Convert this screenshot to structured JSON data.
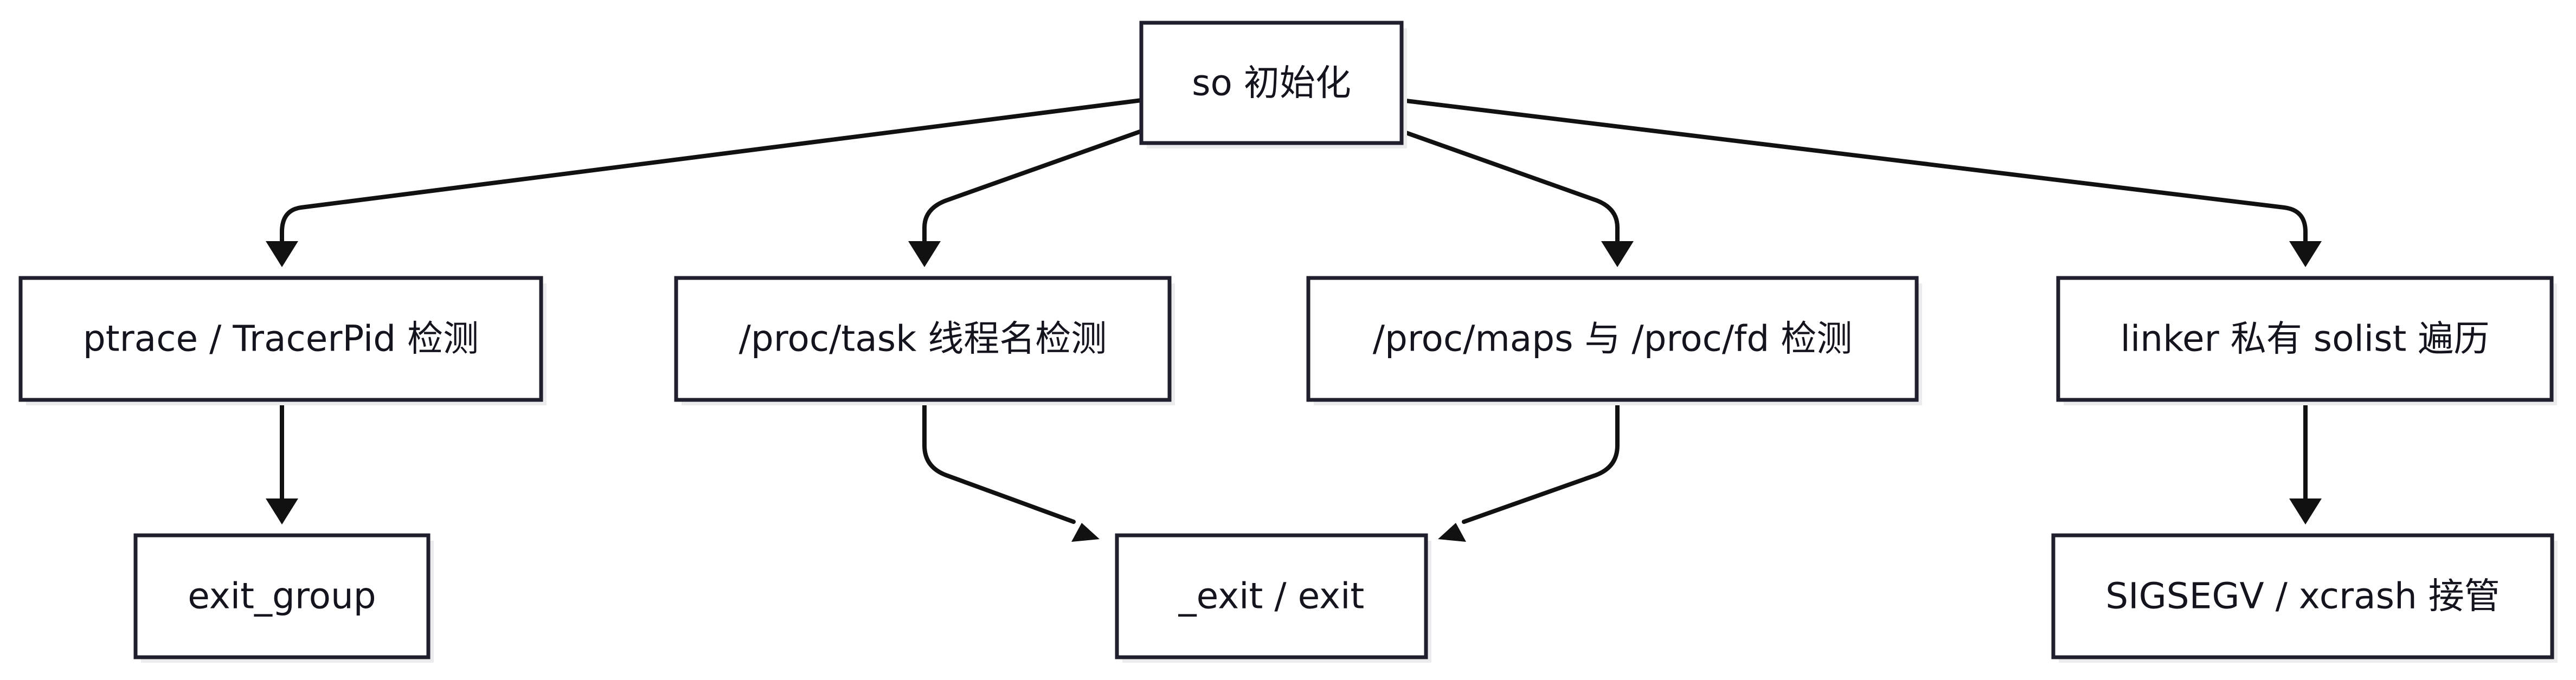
{
  "nodes": {
    "root": {
      "label": "so 初始化"
    },
    "ptrace": {
      "label": "ptrace / TracerPid 检测"
    },
    "task": {
      "label": "/proc/task 线程名检测"
    },
    "maps": {
      "label": "/proc/maps 与 /proc/fd 检测"
    },
    "linker": {
      "label": "linker 私有 solist 遍历"
    },
    "exit_group": {
      "label": "exit_group"
    },
    "exit": {
      "label": "_exit / exit"
    },
    "sigsegv": {
      "label": "SIGSEGV / xcrash 接管"
    }
  },
  "edges": [
    {
      "from": "root",
      "to": "ptrace"
    },
    {
      "from": "root",
      "to": "task"
    },
    {
      "from": "root",
      "to": "maps"
    },
    {
      "from": "root",
      "to": "linker"
    },
    {
      "from": "ptrace",
      "to": "exit_group"
    },
    {
      "from": "task",
      "to": "exit"
    },
    {
      "from": "maps",
      "to": "exit"
    },
    {
      "from": "linker",
      "to": "sigsegv"
    }
  ]
}
